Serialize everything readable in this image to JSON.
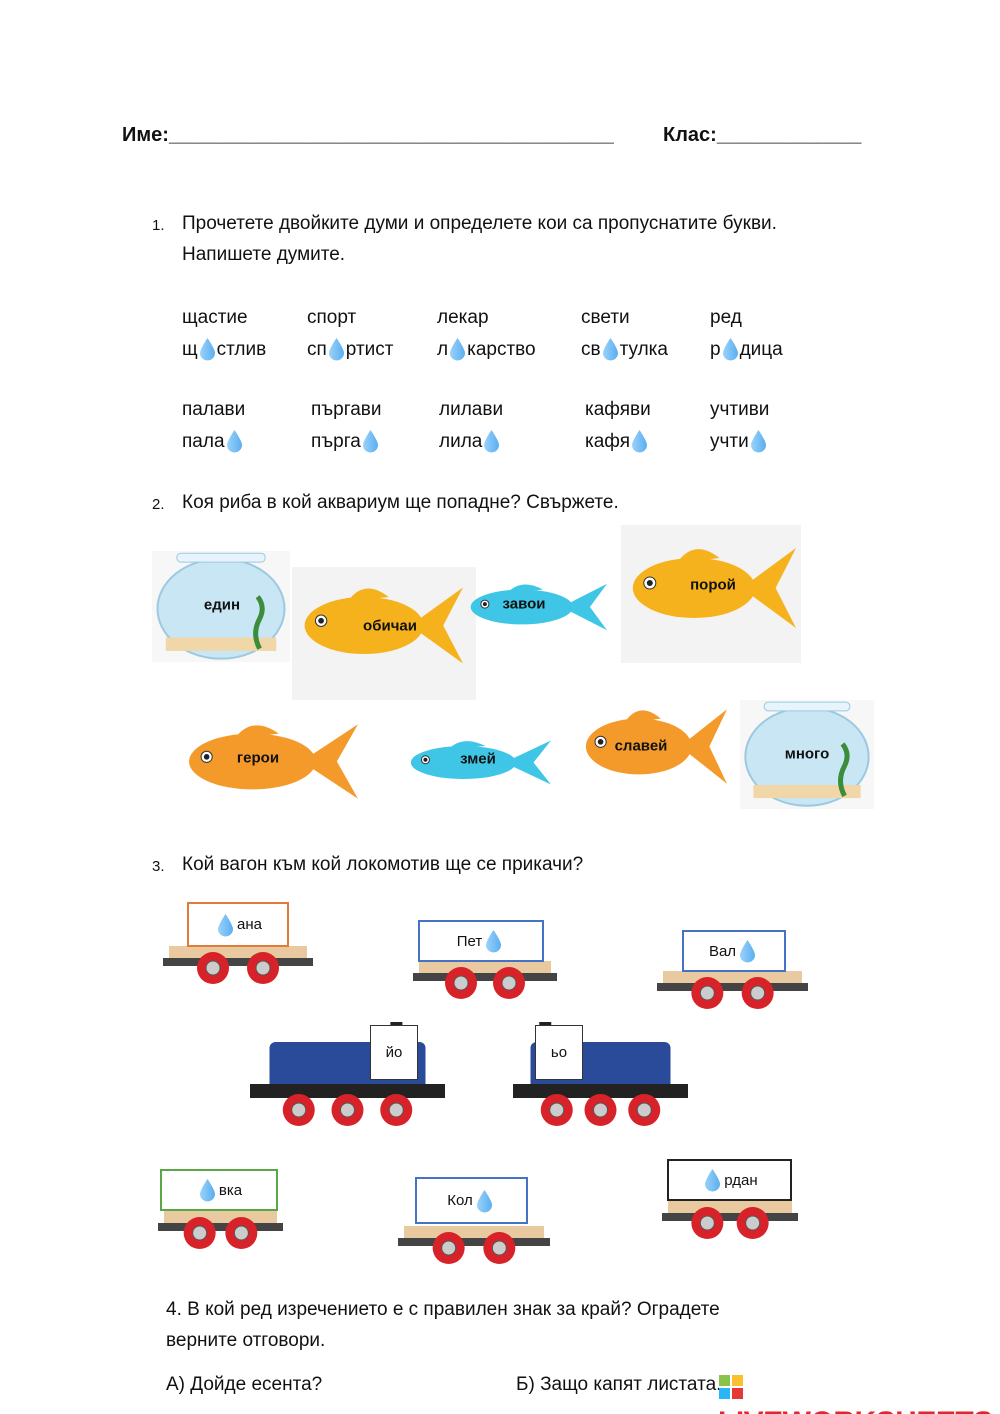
{
  "header": {
    "name_label": "Име:",
    "name_line": "________________________________________",
    "class_label": "Клас:",
    "class_line": "_____________"
  },
  "q1": {
    "number": "1.",
    "line1": "Прочетете двойките думи и определете кои са пропуснатите букви.",
    "line2": "Напишете думите.",
    "pairs": [
      {
        "word": "щастие",
        "pre": "щ",
        "post": "стлив"
      },
      {
        "word": "спорт",
        "pre": "сп",
        "post": "ртист"
      },
      {
        "word": "лекар",
        "pre": "л",
        "post": "карство"
      },
      {
        "word": "свети",
        "pre": "св",
        "post": "тулка"
      },
      {
        "word": "ред",
        "pre": "р",
        "post": "дица"
      },
      {
        "word": "палави",
        "pre": "пала",
        "post": ""
      },
      {
        "word": "пъргави",
        "pre": "пърга",
        "post": ""
      },
      {
        "word": "лилави",
        "pre": "лила",
        "post": ""
      },
      {
        "word": "кафяви",
        "pre": "кафя",
        "post": ""
      },
      {
        "word": "учтиви",
        "pre": "учти",
        "post": ""
      }
    ]
  },
  "q2": {
    "number": "2.",
    "text": "Коя риба в кой аквариум ще попадне? Свържете.",
    "bowls": [
      "един",
      "много"
    ],
    "fish": [
      "обичаи",
      "завои",
      "порой",
      "герои",
      "змей",
      "славей"
    ]
  },
  "q3": {
    "number": "3.",
    "text": "Кой вагон към кой локомотив ще се прикачи?",
    "locomotives": [
      "йо",
      "ьо"
    ],
    "wagons": [
      {
        "pre": "",
        "post": "ана"
      },
      {
        "pre": "Пет",
        "post": ""
      },
      {
        "pre": "Вал",
        "post": ""
      },
      {
        "pre": "",
        "post": "вка"
      },
      {
        "pre": "Кол",
        "post": ""
      },
      {
        "pre": "",
        "post": "рдан"
      }
    ]
  },
  "q4": {
    "line1": "4. В кой ред изречението е с правилен знак за край? Оградете",
    "line2": "верните отговори.",
    "answer_a": "А) Дойде есента?",
    "answer_b": "Б) Защо капят листата."
  },
  "watermark": "LIVEWORKSHEETS",
  "colors": {
    "drop": "#5aaef0",
    "gold": "#f5b21c",
    "orange": "#f39a2b",
    "blue_fish": "#3fc6e6",
    "loco": "#2a4a9a",
    "wheel": "#d8222a"
  }
}
